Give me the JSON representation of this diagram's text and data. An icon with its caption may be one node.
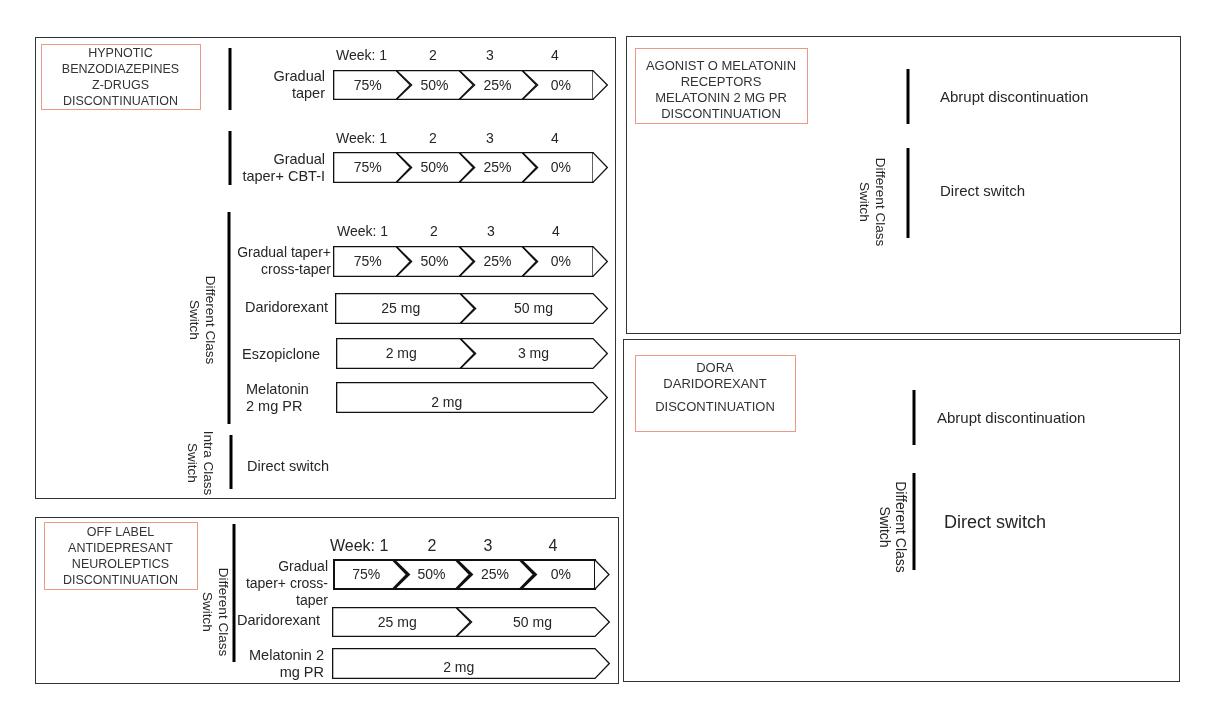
{
  "diagram": {
    "nodes": [
      {
        "text": [],
        "shape": "box"
      },
      {
        "text": [
          "HYPNOTIC BENZODIAZEPINES Z-DRUGS DISCONTINUATION"
        ],
        "in": 0
      },
      {
        "text": [
          "75%"
        ],
        "in": 0
      },
      {
        "text": [
          "50%"
        ],
        "in": 0
      },
      {
        "text": [
          "25%"
        ],
        "in": 0
      },
      {
        "text": [
          "0%"
        ],
        "in": 0
      },
      {
        "text": [
          "75%"
        ],
        "in": 0
      },
      {
        "text": [
          "50%"
        ],
        "in": 0
      },
      {
        "text": [
          "25%"
        ],
        "in": 0
      },
      {
        "text": [
          "0%"
        ],
        "in": 0
      },
      {
        "text": [
          "75%"
        ],
        "in": 0
      },
      {
        "text": [
          "50%"
        ],
        "in": 0
      },
      {
        "text": [
          "25%"
        ],
        "in": 0
      },
      {
        "text": [
          "0%"
        ],
        "in": 0
      },
      {
        "text": [
          "25 mg"
        ],
        "in": 0
      },
      {
        "text": [
          "50 mg"
        ],
        "in": 0
      },
      {
        "text": [
          "2 mg"
        ],
        "in": 0
      },
      {
        "text": [
          "3 mg"
        ],
        "in": 0
      },
      {
        "text": [
          "2 mg"
        ],
        "in": 0
      },
      {
        "text": [],
        "shape": "box"
      },
      {
        "text": [
          "OFF LABEL ANTIDEPRESANT NEUROLEPTICS DISCONTINUATION"
        ],
        "in": 19
      },
      {
        "text": [
          "75%"
        ],
        "in": 19
      },
      {
        "text": [
          "50%"
        ],
        "in": 19
      },
      {
        "text": [
          "25%"
        ],
        "in": 19
      },
      {
        "text": [
          "0%"
        ],
        "in": 19
      },
      {
        "text": [
          "25 mg"
        ],
        "in": 19
      },
      {
        "text": [
          "50 mg"
        ],
        "in": 19
      },
      {
        "text": [
          "2 mg"
        ],
        "in": 19
      },
      {
        "text": [],
        "shape": "box"
      },
      {
        "text": [
          "AGONIST O MELATONIN RECEPTORS MELATONIN 2 MG PR DISCONTINUATION"
        ],
        "in": 28
      },
      {
        "text": [],
        "shape": "box"
      },
      {
        "text": [
          "DORA DARIDOREXANT",
          "DISCONTINUATION"
        ],
        "in": 30
      }
    ],
    "labels": [
      "Week: 1",
      "2",
      "3",
      "4",
      "Gradual taper",
      "Week: 1",
      "2",
      "3",
      "4",
      "Gradual taper+ CBT-I",
      "Different Class Switch",
      "Week: 1",
      "2",
      "3",
      "4",
      "Gradual taper+ cross-taper",
      "Daridorexant",
      "Eszopiclone",
      "Melatonin 2 mg PR",
      "Intra Class Switch",
      "Direct switch",
      "Different Class Switch",
      "Week: 1",
      "2",
      "3",
      "4",
      "Gradual taper+ cross- taper",
      "Daridorexant",
      "Melatonin 2 mg PR",
      "Abrupt discontinuation",
      "Different Class Switch",
      "Direct switch",
      "Abrupt discontinuation",
      "Different Class Switch",
      "Direct switch"
    ]
  }
}
